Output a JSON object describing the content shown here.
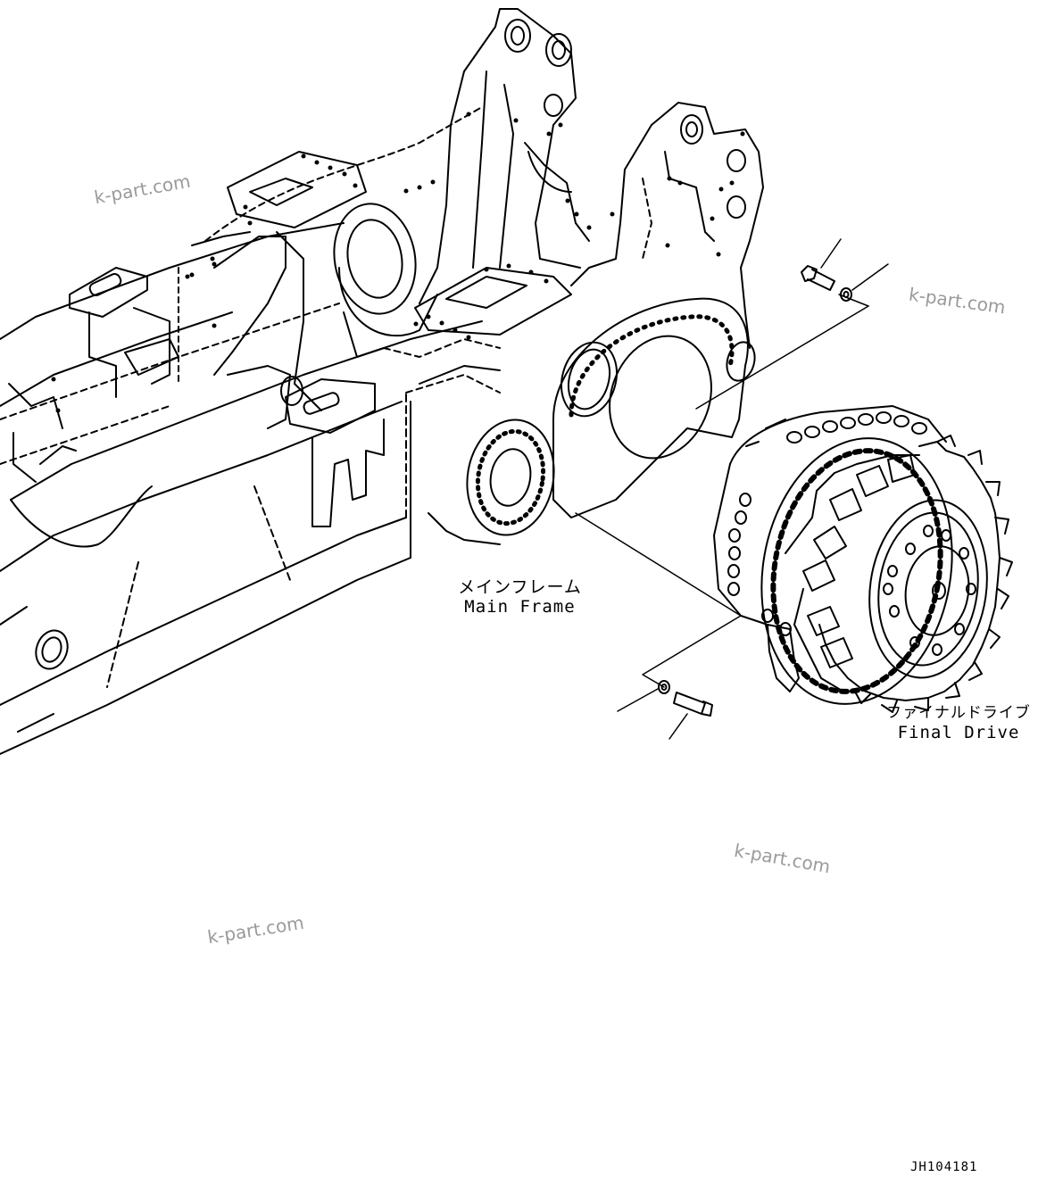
{
  "labels": {
    "main_frame_jp": "メインフレーム",
    "main_frame_en": "Main Frame",
    "final_drive_jp": "ファイナルドライブ",
    "final_drive_en": "Final Drive"
  },
  "watermarks": [
    "k-part.com",
    "k-part.com",
    "k-part.com",
    "k-part.com"
  ],
  "drawing_code": "JH104181",
  "colors": {
    "line": "#000000",
    "watermark": "#9a9a9a",
    "background": "#ffffff"
  }
}
